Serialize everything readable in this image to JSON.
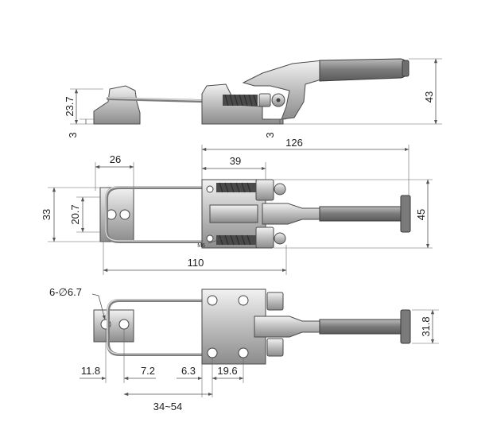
{
  "dimensions": {
    "side_height": "23.7",
    "side_base_left": "3",
    "side_base_right": "3",
    "side_total_height": "43",
    "overall_length": "126",
    "hook_width": "26",
    "base_length": "39",
    "hook_outer_width": "33",
    "hook_inner_width": "20.7",
    "body_width": "45",
    "thread_size": "M6",
    "closed_length": "110",
    "hole_callout": "6-∅6.7",
    "hook_end": "11.8",
    "hole_pitch_a": "7.2",
    "hole_offset": "6.3",
    "hole_pitch_b": "19.6",
    "adjust_range": "34~54",
    "handle_width": "31.8"
  }
}
